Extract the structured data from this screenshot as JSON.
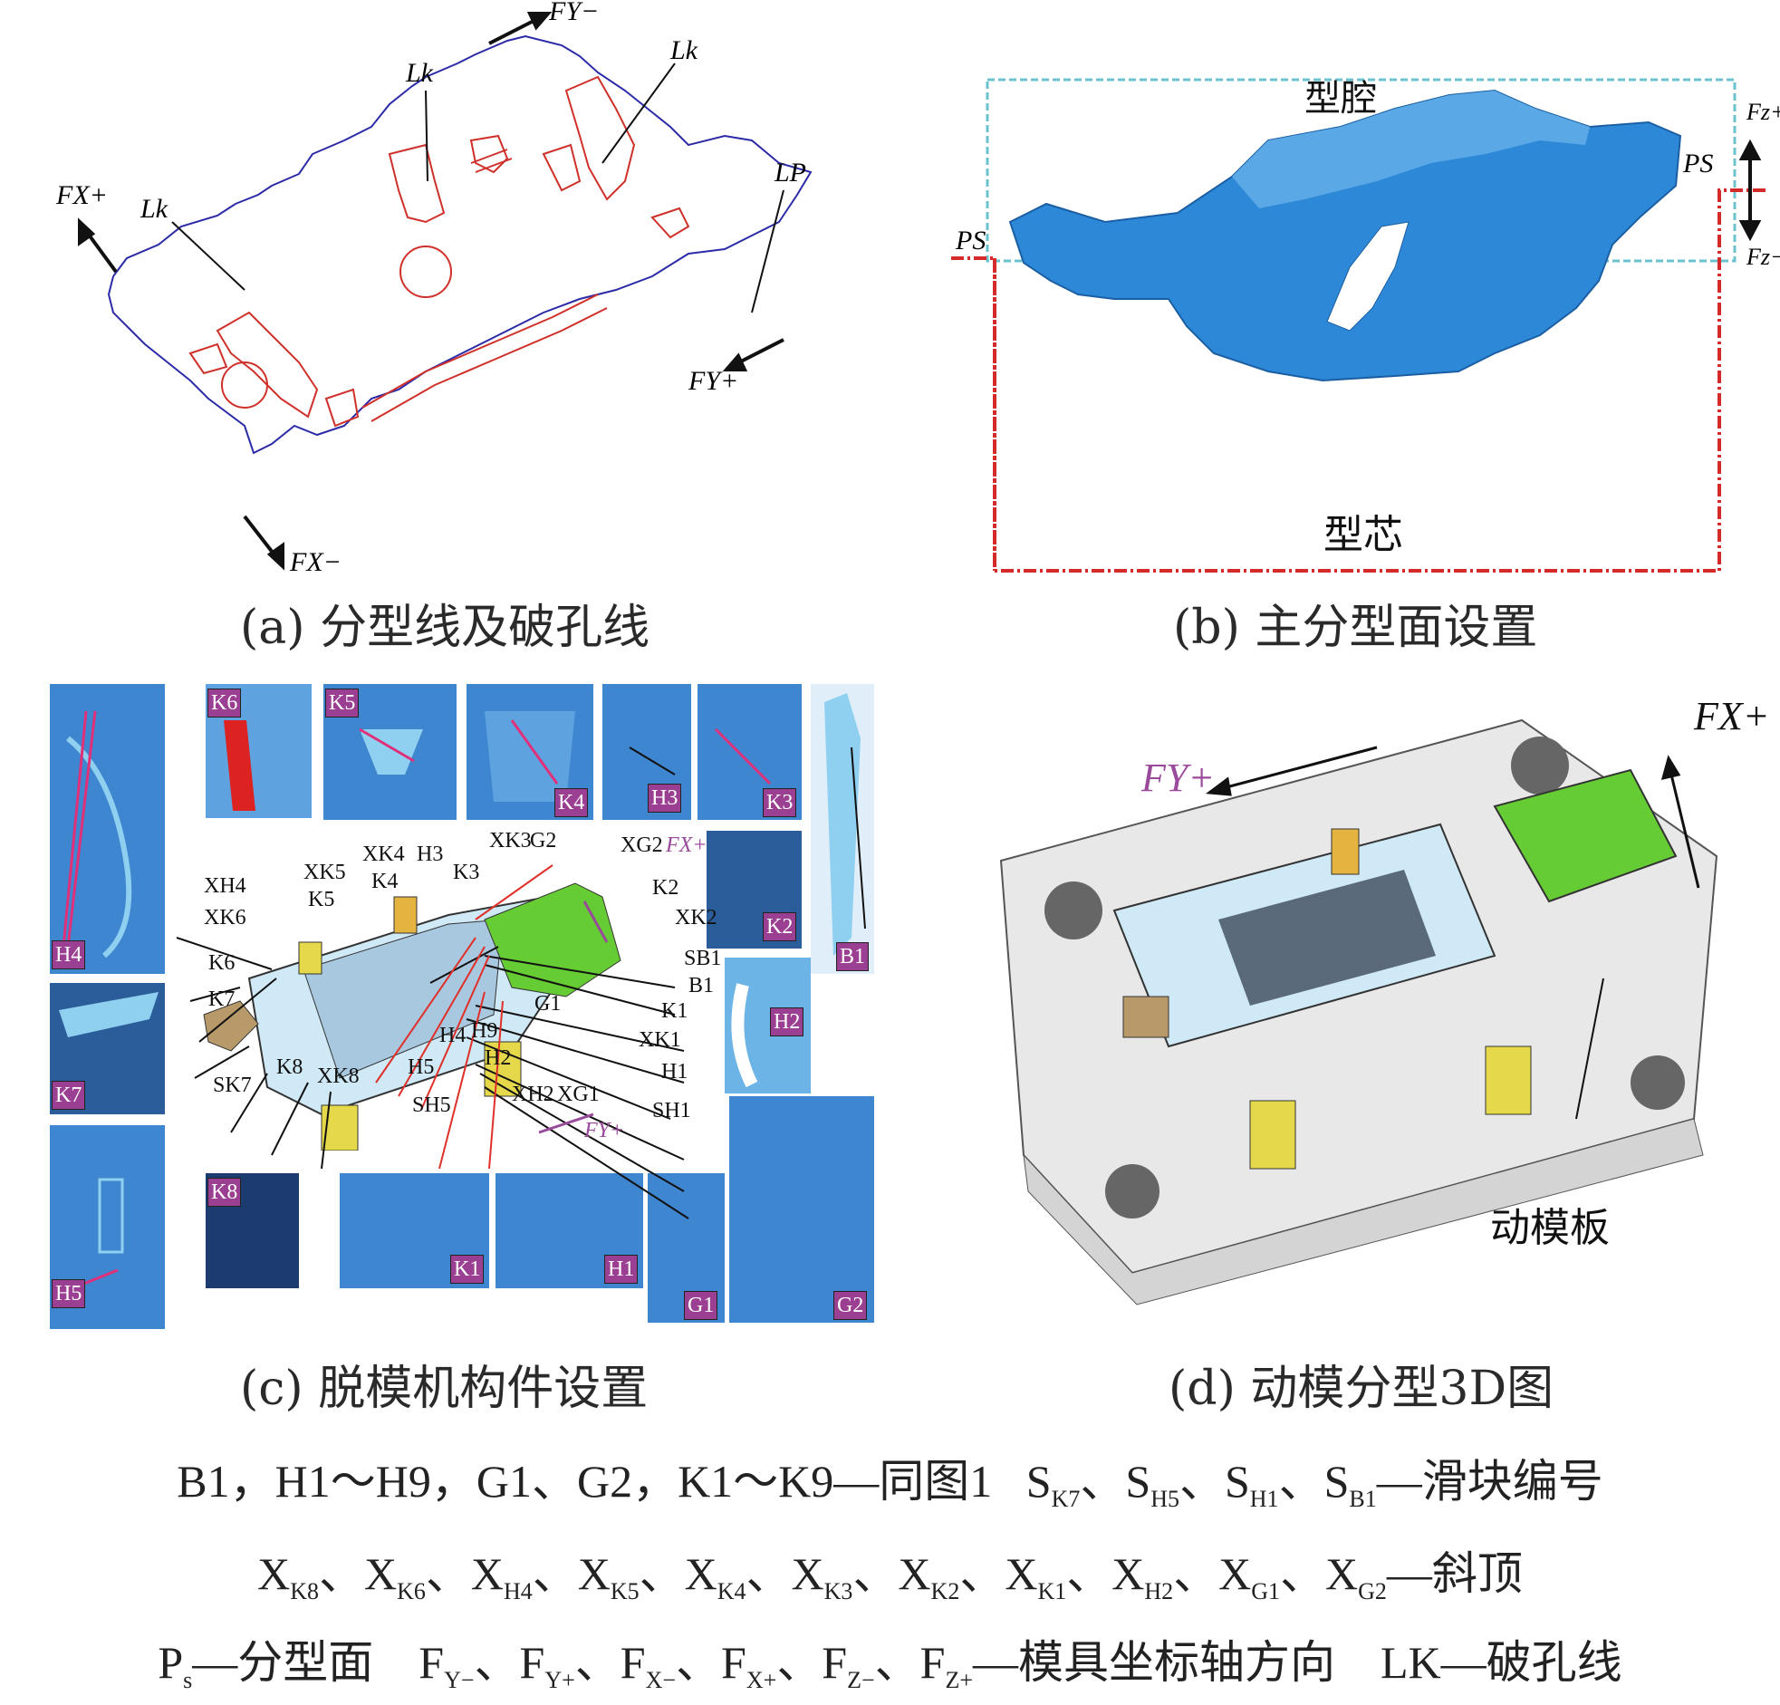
{
  "panel_a": {
    "labels": {
      "fy_minus": "FY−",
      "fy_plus": "FY+",
      "fx_plus": "FX+",
      "fx_minus": "FX−",
      "lk1": "Lk",
      "lk2": "Lk",
      "lk3": "Lk",
      "lp": "LP"
    },
    "caption": "(a) 分型线及破孔线",
    "colors": {
      "parting_line": "#2b2ba8",
      "hole_line": "#d0302a"
    }
  },
  "panel_b": {
    "cavity_label": "型腔",
    "core_label": "型芯",
    "ps_left": "PS",
    "ps_right": "PS",
    "fz_plus": "Fz+",
    "fz_minus": "Fz−",
    "caption": "(b) 主分型面设置",
    "colors": {
      "cavity_box": "#6cc3cf",
      "core_box": "#d42a2a",
      "part": "#2e88d8"
    }
  },
  "panel_c": {
    "caption": "(c) 脱模机构件设置",
    "thumb_tags": {
      "h4": "H4",
      "k6": "K6",
      "k5": "K5",
      "k4": "K4",
      "h3": "H3",
      "k3": "K3",
      "k2": "K2",
      "b1": "B1",
      "h2": "H2",
      "k7": "K7",
      "h5": "H5",
      "k8": "K8",
      "k1": "K1",
      "h1": "H1",
      "g1": "G1",
      "g2": "G2"
    },
    "center_labels": {
      "xk4": "XK4",
      "h3": "H3",
      "xk3": "XK3",
      "g2": "G2",
      "xg2": "XG2",
      "fxp": "FX+",
      "xh4": "XH4",
      "xk5": "XK5",
      "k4": "K4",
      "k3": "K3",
      "k2": "K2",
      "xk6": "XK6",
      "k5": "K5",
      "xk2": "XK2",
      "k6": "K6",
      "sb1": "SB1",
      "b1": "B1",
      "k7": "K7",
      "g1": "G1",
      "k1": "K1",
      "h4": "H4",
      "h9": "H9",
      "xk1": "XK1",
      "h2": "H2",
      "h1": "H1",
      "sk7": "SK7",
      "k8": "K8",
      "xk8": "XK8",
      "h5": "H5",
      "xh2": "XH2",
      "xg1": "XG1",
      "sh1": "SH1",
      "sh5": "SH5",
      "fyp": "FY+"
    },
    "colors": {
      "tag_bg": "#9a3f91",
      "thumb_bg": "#3f86d0",
      "pointer": "#e0307a",
      "slider_green": "#66cc33",
      "slider_yellow": "#e5d84a"
    }
  },
  "panel_d": {
    "fx_plus": "FX+",
    "fy_plus": "FY+",
    "plate_label": "动模板",
    "caption": "(d) 动模分型3D图",
    "colors": {
      "fy_label": "#9a4a9a",
      "green_block": "#66cc33",
      "plate": "#e8e8e8"
    }
  },
  "legend": {
    "line1_a": "B1，H1～H9，G1、G2，K1～K9—同图1",
    "line1_b": "S",
    "line1_subs": [
      "K7",
      "H5",
      "H1",
      "B1"
    ],
    "line1_c": "—滑块编号",
    "line2_subs": [
      "K8",
      "K6",
      "H4",
      "K5",
      "K4",
      "K3",
      "K2",
      "K1",
      "H2",
      "G1",
      "G2"
    ],
    "line2_tail": "—斜顶",
    "line3_ps": "P",
    "line3_ps_sub": "s",
    "line3_ps_text": "—分型面",
    "line3_f_subs": [
      "Y−",
      "Y+",
      "X−",
      "X+",
      "Z−",
      "Z+"
    ],
    "line3_f_text": "—模具坐标轴方向",
    "line3_lk": "LK—破孔线"
  }
}
